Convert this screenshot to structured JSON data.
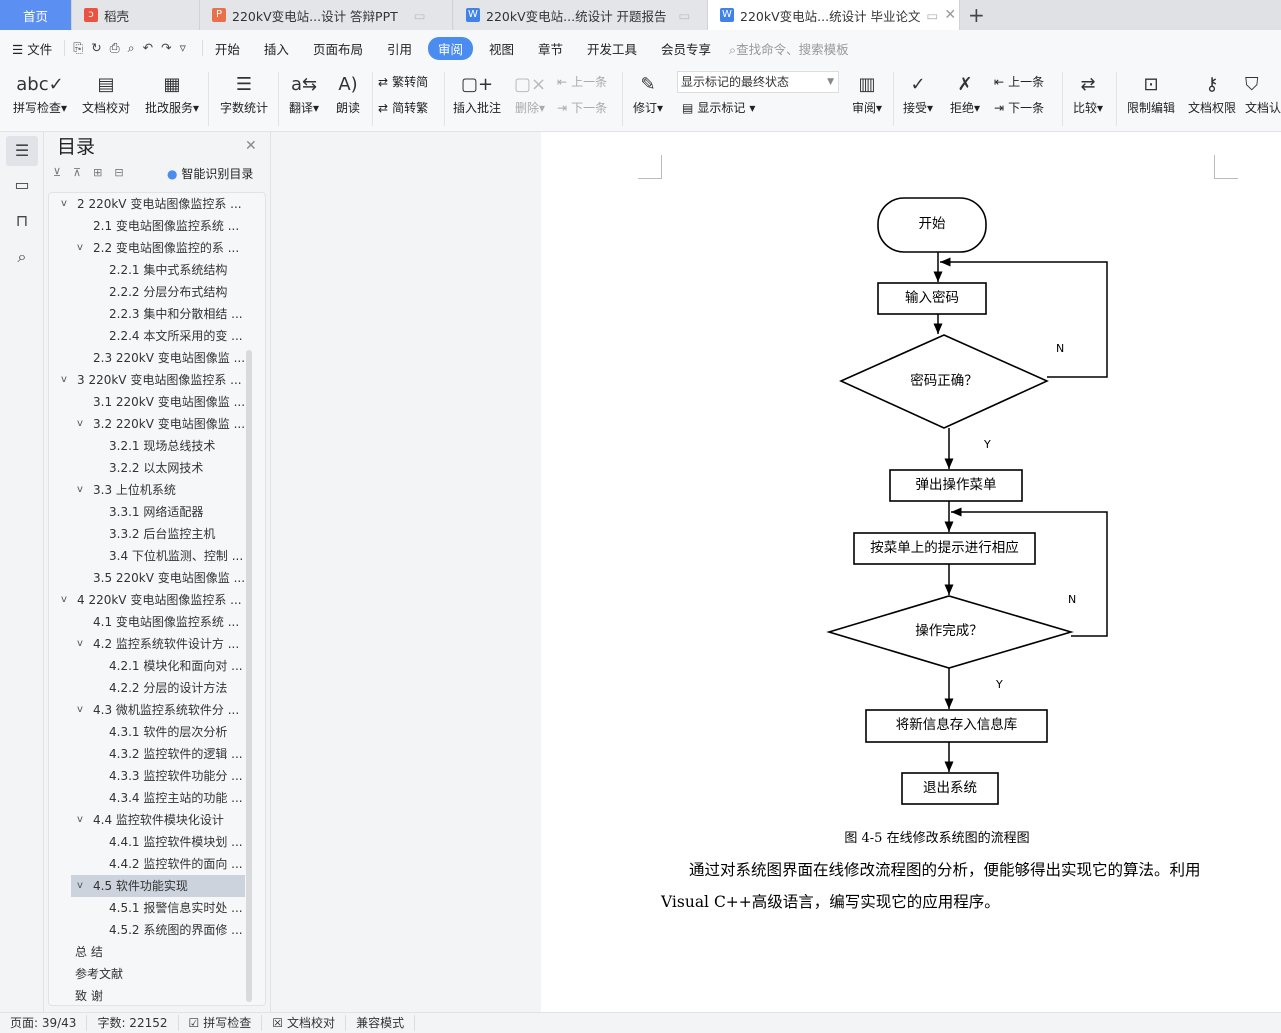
{
  "tabs": [
    {
      "label": "首页"
    },
    {
      "label": "稻壳"
    },
    {
      "label": "220kV变电站...设计 答辩PPT"
    },
    {
      "label": "220kV变电站...统设计 开题报告"
    },
    {
      "label": "220kV变电站...统设计 毕业论文"
    }
  ],
  "menu": {
    "file": "文件",
    "items": [
      "开始",
      "插入",
      "页面布局",
      "引用",
      "审阅",
      "视图",
      "章节",
      "开发工具",
      "会员专享"
    ],
    "search_placeholder": "查找命令、搜索模板"
  },
  "ribbon": {
    "spell": "拼写检查",
    "proof": "文档校对",
    "correct": "批改服务",
    "wordcount": "字数统计",
    "translate": "翻译",
    "read": "朗读",
    "t2s": "繁转简",
    "s2t": "简转繁",
    "insert_comment": "插入批注",
    "delete": "删除",
    "prev": "上一条",
    "next": "下一条",
    "revise": "修订",
    "markup_state": "显示标记的最终状态",
    "show_markup": "显示标记",
    "review": "审阅",
    "accept": "接受",
    "reject": "拒绝",
    "prev2": "上一条",
    "next2": "下一条",
    "compare": "比较",
    "restrict": "限制编辑",
    "rights": "文档权限",
    "cert": "文档认"
  },
  "toc": {
    "title": "目录",
    "smart": "智能识别目录",
    "items": [
      {
        "label": "2 220kV 变电站图像监控系 ...",
        "level": 1,
        "exp": true
      },
      {
        "label": "2.1  变电站图像监控系统 ...",
        "level": 2
      },
      {
        "label": "2.2  变电站图像监控的系 ...",
        "level": 2,
        "exp": true
      },
      {
        "label": "2.2.1  集中式系统结构",
        "level": 3
      },
      {
        "label": "2.2.2  分层分布式结构",
        "level": 3
      },
      {
        "label": "2.2.3  集中和分散相结 ...",
        "level": 3
      },
      {
        "label": "2.2.4  本文所采用的变 ...",
        "level": 3
      },
      {
        "label": "2.3 220kV 变电站图像监 ...",
        "level": 2
      },
      {
        "label": "3 220kV 变电站图像监控系 ...",
        "level": 1,
        "exp": true
      },
      {
        "label": "3.1 220kV 变电站图像监 ...",
        "level": 2
      },
      {
        "label": "3.2 220kV 变电站图像监 ...",
        "level": 2,
        "exp": true
      },
      {
        "label": "3.2.1  现场总线技术",
        "level": 3
      },
      {
        "label": "3.2.2  以太网技术",
        "level": 3
      },
      {
        "label": "3.3  上位机系统",
        "level": 2,
        "exp": true
      },
      {
        "label": "3.3.1  网络适配器",
        "level": 3
      },
      {
        "label": "3.3.2  后台监控主机",
        "level": 3
      },
      {
        "label": "3.4  下位机监测、控制 ...",
        "level": 3
      },
      {
        "label": "3.5 220kV 变电站图像监 ...",
        "level": 2
      },
      {
        "label": "4 220kV 变电站图像监控系 ...",
        "level": 1,
        "exp": true
      },
      {
        "label": "4.1  变电站图像监控系统 ...",
        "level": 2
      },
      {
        "label": "4.2  监控系统软件设计方 ...",
        "level": 2,
        "exp": true
      },
      {
        "label": "4.2.1  模块化和面向对 ...",
        "level": 3
      },
      {
        "label": "4.2.2  分层的设计方法",
        "level": 3
      },
      {
        "label": "4.3  微机监控系统软件分 ...",
        "level": 2,
        "exp": true
      },
      {
        "label": "4.3.1  软件的层次分析",
        "level": 3
      },
      {
        "label": "4.3.2  监控软件的逻辑 ...",
        "level": 3
      },
      {
        "label": "4.3.3  监控软件功能分 ...",
        "level": 3
      },
      {
        "label": "4.3.4  监控主站的功能 ...",
        "level": 3
      },
      {
        "label": "4.4  监控软件模块化设计",
        "level": 2,
        "exp": true
      },
      {
        "label": "4.4.1  监控软件模块划 ...",
        "level": 3
      },
      {
        "label": "4.4.2  监控软件的面向 ...",
        "level": 3
      },
      {
        "label": "4.5  软件功能实现",
        "level": 2,
        "exp": true,
        "sel": true
      },
      {
        "label": "4.5.1  报警信息实时处 ...",
        "level": 3
      },
      {
        "label": "4.5.2  系统图的界面修 ...",
        "level": 3
      },
      {
        "label": "总   结",
        "level": 0
      },
      {
        "label": "参考文献",
        "level": 0
      },
      {
        "label": "致   谢",
        "level": 0
      }
    ]
  },
  "flow": {
    "start": "开始",
    "input": "输入密码",
    "check": "密码正确？",
    "menu": "弹出操作菜单",
    "op": "按菜单上的提示进行相应",
    "done": "操作完成？",
    "save": "将新信息存入信息库",
    "exit": "退出系统",
    "n1": "N",
    "y1": "Y",
    "n2": "N",
    "y2": "Y"
  },
  "doc": {
    "caption": "图 4-5  在线修改系统图的流程图",
    "line1": "通过对系统图界面在线修改流程图的分析，便能够得出实现它的算法。利用",
    "line2": "Visual C++高级语言，编写实现它的应用程序。"
  },
  "status": {
    "page": "页面: 39/43",
    "words": "字数: 22152",
    "spell": "拼写检查",
    "proof": "文档校对",
    "compat": "兼容模式"
  }
}
